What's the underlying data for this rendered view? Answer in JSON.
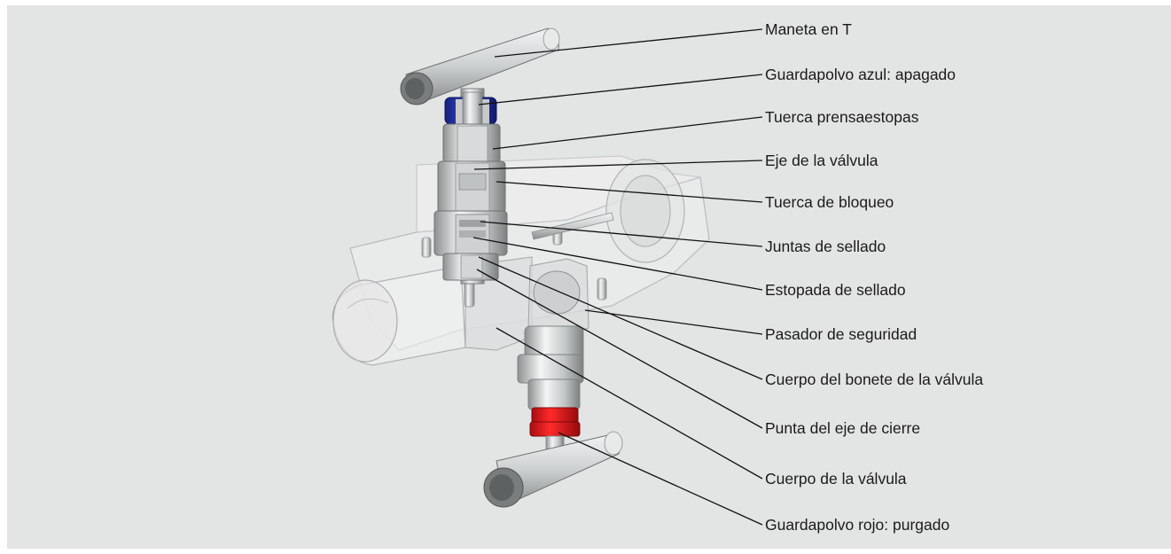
{
  "diagram": {
    "labels": [
      "Maneta en T",
      "Guardapolvo azul: apagado",
      "Tuerca prensaestopas",
      "Eje de la válvula",
      "Tuerca de bloqueo",
      "Juntas de sellado",
      "Estopada de sellado",
      "Pasador de seguridad",
      "Cuerpo del bonete de la válvula",
      "Punta del eje de cierre",
      "Cuerpo de la válvula",
      "Guardapolvo rojo: purgado"
    ]
  },
  "colors": {
    "background": "#e3e5e4",
    "blue_cap": "#1f2ca8",
    "red_cap": "#e0141a",
    "steel": "#c9cbcc",
    "leader_line": "#111111"
  }
}
